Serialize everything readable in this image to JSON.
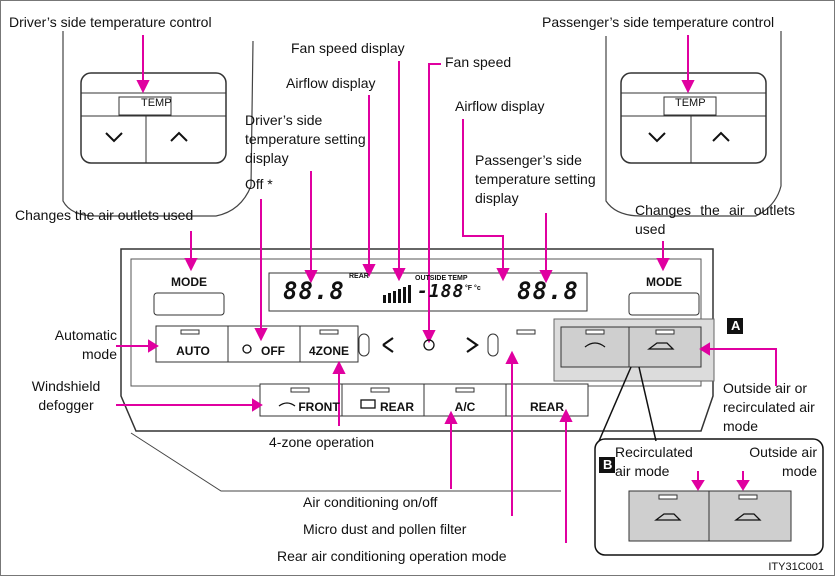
{
  "labels": {
    "driver_temp_control": "Driver’s side temperature control",
    "passenger_temp_control": "Passenger’s side temperature control",
    "fan_speed_display": "Fan speed display",
    "fan_speed": "Fan speed",
    "airflow_display_left": "Airflow display",
    "airflow_display_right": "Airflow display",
    "driver_temp_setting_display": "Driver’s side temperature setting display",
    "passenger_temp_setting_display": "Passenger’s side temperature setting display",
    "off_note": "Off *",
    "changes_outlets_left": "Changes the air outlets used",
    "changes_outlets_right": "Changes the air outlets used",
    "automatic_mode": "Automatic mode",
    "windshield_defogger": "Windshield defogger",
    "four_zone_operation": "4-zone operation",
    "air_conditioning": "Air conditioning on/off",
    "micro_dust_filter": "Micro dust and pollen filter",
    "rear_ac_mode": "Rear air conditioning operation mode",
    "outside_or_recirc": "Outside air or recirculated air mode",
    "recirculated_mode": "Recirculated air mode",
    "outside_air_mode": "Outside air mode",
    "inset_a": "A",
    "inset_b": "B",
    "figure_code": "ITY31C001"
  },
  "controls": {
    "temp_label": "TEMP",
    "mode": "MODE",
    "auto": "AUTO",
    "off": "OFF",
    "four_zone": "4ZONE",
    "front": "FRONT",
    "rear_defog": "REAR",
    "ac": "A/C",
    "rear": "REAR"
  },
  "lcd": {
    "left_temp": "88.8",
    "right_temp": "88.8",
    "rear_tag": "REAR",
    "outside_temp_tag": "OUTSIDE TEMP",
    "outside_temp_value": "-188",
    "outside_units": "°F °c"
  },
  "colors": {
    "arrow": "#e000a0",
    "panel": "#ffffff",
    "inset": "#cfcfcf"
  }
}
